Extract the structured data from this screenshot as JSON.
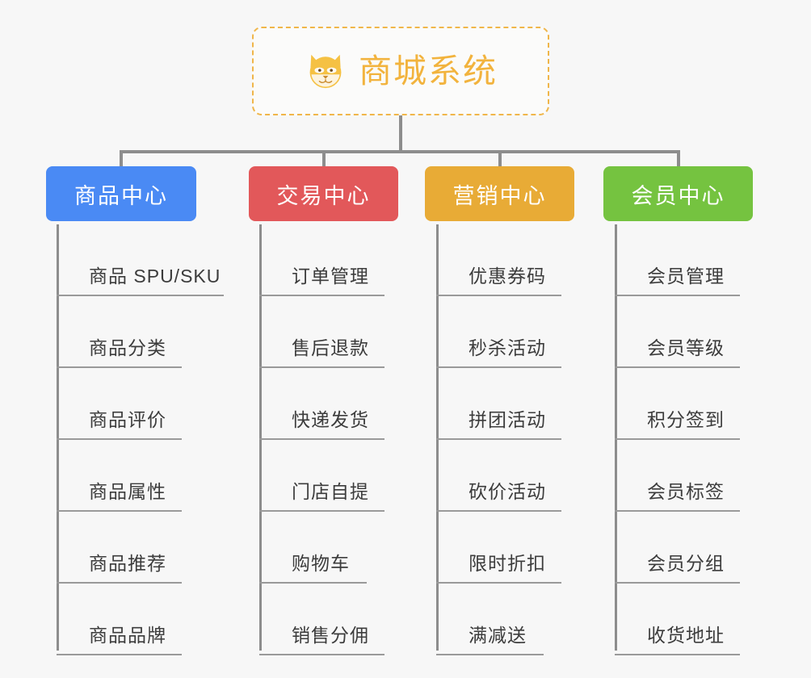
{
  "diagram": {
    "type": "org-chart",
    "background_color": "#f7f7f7",
    "connector_color": "#8d8d8d",
    "root": {
      "title": "商城系统",
      "logo_icon": "shiba-dog-face-icon",
      "border_color": "#f0b64a",
      "text_color": "#f2b33d",
      "background_color": "#fbfbfa"
    },
    "categories": [
      {
        "label": "商品中心",
        "color": "#4a8af4",
        "items": [
          "商品 SPU/SKU",
          "商品分类",
          "商品评价",
          "商品属性",
          "商品推荐",
          "商品品牌"
        ]
      },
      {
        "label": "交易中心",
        "color": "#e2585a",
        "items": [
          "订单管理",
          "售后退款",
          "快递发货",
          "门店自提",
          "购物车",
          "销售分佣"
        ]
      },
      {
        "label": "营销中心",
        "color": "#e8ab36",
        "items": [
          "优惠券码",
          "秒杀活动",
          "拼团活动",
          "砍价活动",
          "限时折扣",
          "满减送"
        ]
      },
      {
        "label": "会员中心",
        "color": "#75c340",
        "items": [
          "会员管理",
          "会员等级",
          "积分签到",
          "会员标签",
          "会员分组",
          "收货地址"
        ]
      }
    ]
  }
}
